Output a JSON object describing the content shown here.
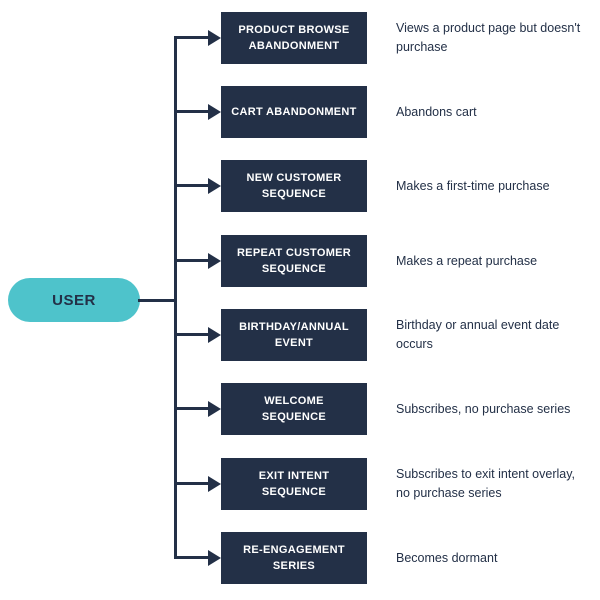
{
  "user": {
    "label": "USER"
  },
  "colors": {
    "node_fill": "#4EC3CB",
    "box_fill": "#233047",
    "line_color": "#233047",
    "box_text": "#FFFFFF",
    "desc_text": "#233047",
    "background": "#FFFFFF"
  },
  "rows": [
    {
      "title": "PRODUCT BROWSE ABANDONMENT",
      "description": "Views a product page but doesn't purchase"
    },
    {
      "title": "CART ABANDONMENT",
      "description": "Abandons cart"
    },
    {
      "title": "NEW CUSTOMER SEQUENCE",
      "description": "Makes a first-time purchase"
    },
    {
      "title": "REPEAT CUSTOMER SEQUENCE",
      "description": "Makes a repeat purchase"
    },
    {
      "title": "BIRTHDAY/ANNUAL EVENT",
      "description": "Birthday or annual event date occurs"
    },
    {
      "title": "WELCOME SEQUENCE",
      "description": "Subscribes, no purchase series"
    },
    {
      "title": "EXIT INTENT SEQUENCE",
      "description": "Subscribes to exit intent overlay, no purchase series"
    },
    {
      "title": "RE-ENGAGEMENT SERIES",
      "description": "Becomes dormant"
    }
  ]
}
